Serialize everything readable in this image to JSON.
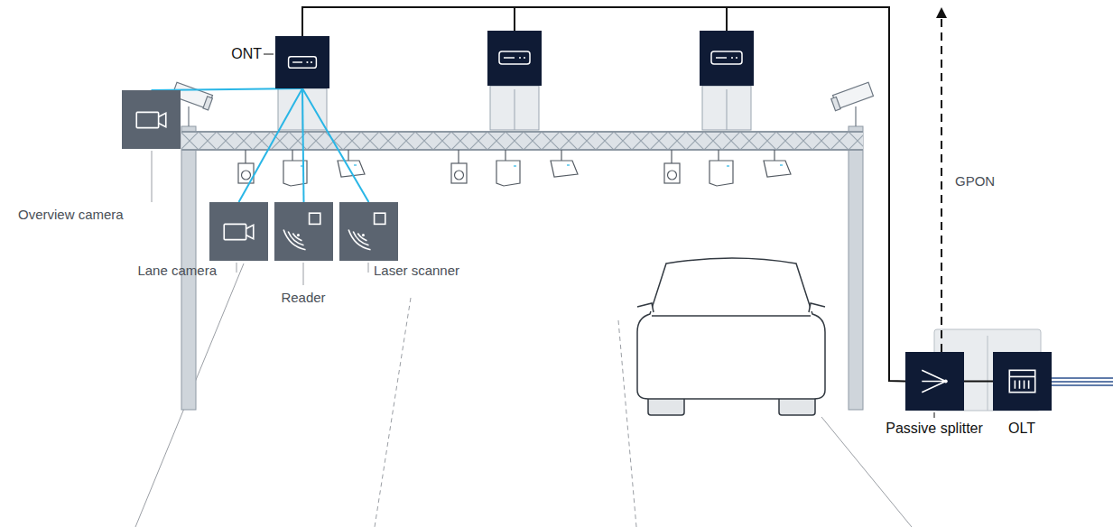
{
  "diagram": {
    "nodes": [
      {
        "text": [
          "ONT"
        ]
      },
      {
        "text": [
          "Overview camera"
        ]
      },
      {
        "text": [
          "Lane camera"
        ]
      },
      {
        "text": [
          "Reader"
        ]
      },
      {
        "text": [
          "Laser scanner"
        ]
      },
      {
        "text": [
          "Passive splitter"
        ]
      },
      {
        "text": [
          "OLT"
        ]
      }
    ],
    "edges": [
      {
        "from": 0,
        "to": 1,
        "arrow": "none"
      },
      {
        "from": 0,
        "to": 2,
        "arrow": "none"
      },
      {
        "from": 0,
        "to": 3,
        "arrow": "none"
      },
      {
        "from": 0,
        "to": 4,
        "arrow": "none"
      },
      {
        "from": 0,
        "to": 5,
        "arrow": "none"
      },
      {
        "from": 5,
        "to": 6,
        "arrow": "none"
      }
    ],
    "labels": [
      "GPON"
    ]
  }
}
